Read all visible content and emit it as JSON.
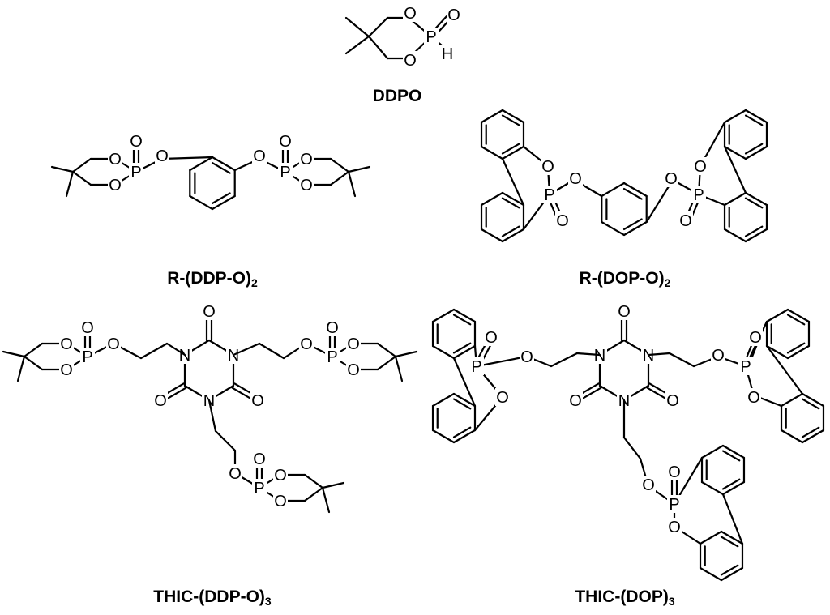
{
  "atoms": {
    "oxygen": "O",
    "phosphorus": "P",
    "nitrogen": "N",
    "hydrogen": "H"
  },
  "compounds": [
    {
      "id": "ddpo",
      "name": "DDPO",
      "subscript": ""
    },
    {
      "id": "r-ddp-o-2",
      "name": "R-(DDP-O)",
      "subscript": "2"
    },
    {
      "id": "r-dop-o-2",
      "name": "R-(DOP-O)",
      "subscript": "2"
    },
    {
      "id": "thic-ddp-o-3",
      "name": "THIC-(DDP-O)",
      "subscript": "3"
    },
    {
      "id": "thic-dop-3",
      "name": "THIC-(DOP)",
      "subscript": "3"
    }
  ]
}
